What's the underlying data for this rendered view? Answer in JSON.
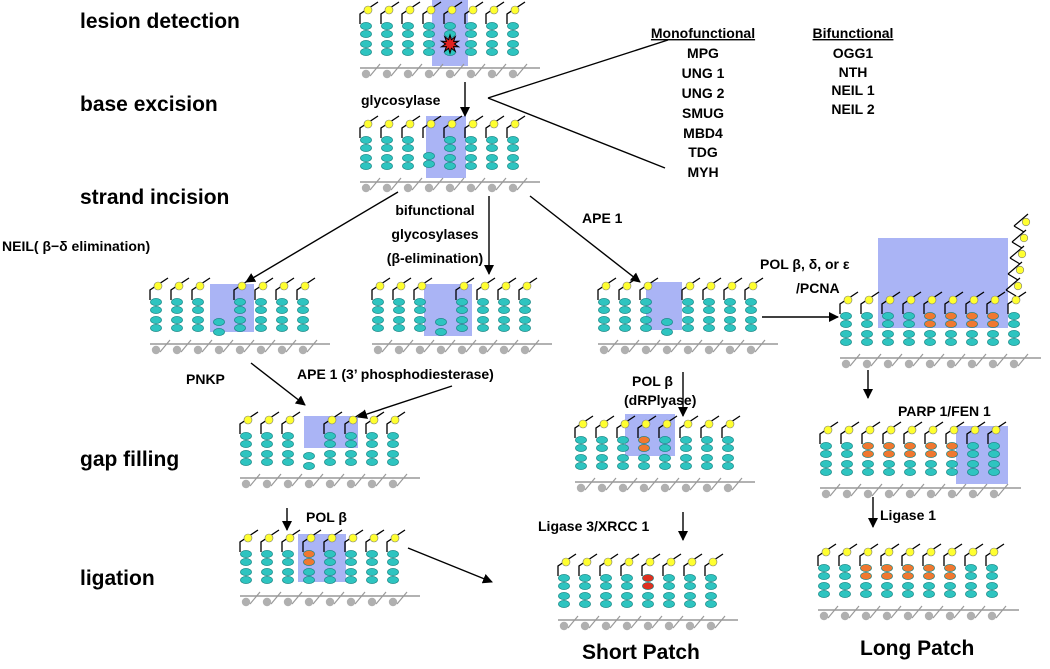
{
  "stages": {
    "lesion_detection": "lesion detection",
    "base_excision": "base excision",
    "strand_incision": "strand incision",
    "gap_filling": "gap filling",
    "ligation": "ligation"
  },
  "enzymes": {
    "monofunctional_header": "Monofunctional",
    "monofunctional": [
      "MPG",
      "UNG 1",
      "UNG 2",
      "SMUG",
      "MBD4",
      "TDG",
      "MYH"
    ],
    "bifunctional_header": "Bifunctional",
    "bifunctional": [
      "OGG1",
      "NTH",
      "NEIL 1",
      "NEIL 2"
    ]
  },
  "labels": {
    "glycosylase": "glycosylase",
    "neil": "NEIL( β−δ elimination)",
    "bifunctional_1": "bifunctional",
    "bifunctional_2": "glycosylases",
    "bifunctional_3": "(β-elimination)",
    "ape1": "APE 1",
    "pol_long_1": "POL β, δ, or ε",
    "pol_long_2": "/PCNA",
    "pnkp": "PNKP",
    "ape1_phos": "APE 1 (3’ phosphodiesterase)",
    "pol_drp_1": "POL β",
    "pol_drp_2": "(dRPlyase)",
    "parp_fen": "PARP 1/FEN 1",
    "pol_b": "POL β",
    "ligase3": "Ligase 3/XRCC 1",
    "ligase1": "Ligase 1"
  },
  "outcomes": {
    "short_patch": "Short Patch",
    "long_patch": "Long Patch"
  },
  "colors": {
    "highlight": "#aab4f5",
    "base": "#2ec4c0",
    "phosphate": "#ffff30",
    "sugar": "#b0b0b0",
    "new_base": "#f07830",
    "lesion": "#e02020"
  }
}
